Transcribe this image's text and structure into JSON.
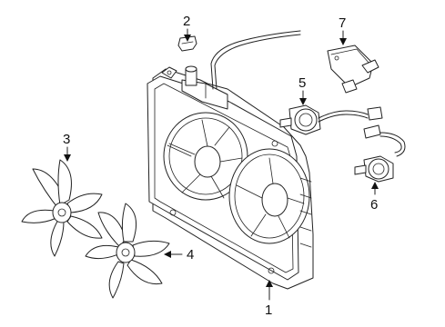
{
  "diagram": {
    "callouts": [
      {
        "id": "1",
        "label": "1"
      },
      {
        "id": "2",
        "label": "2"
      },
      {
        "id": "3",
        "label": "3"
      },
      {
        "id": "4",
        "label": "4"
      },
      {
        "id": "5",
        "label": "5"
      },
      {
        "id": "6",
        "label": "6"
      },
      {
        "id": "7",
        "label": "7"
      }
    ],
    "colors": {
      "line": "#222222",
      "background": "#ffffff",
      "text": "#111111"
    }
  }
}
